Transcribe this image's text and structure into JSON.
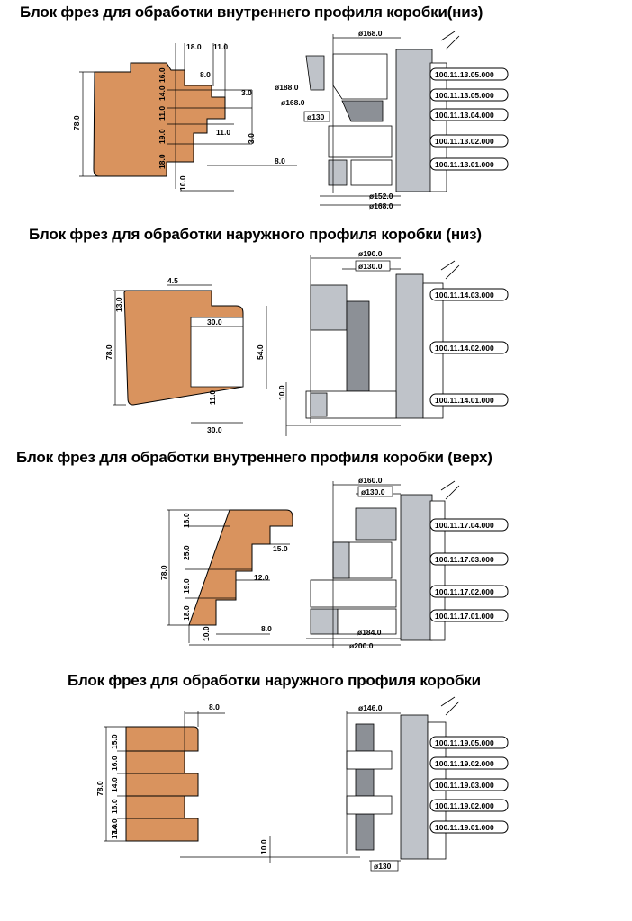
{
  "sections": [
    {
      "title": "Блок фрез для обработки внутреннего профиля коробки(низ)",
      "profile_dims": [
        "18.0",
        "11.0",
        "8.0",
        "3.0",
        "16.0",
        "14.0",
        "11.0",
        "19.0",
        "18.0",
        "11.0",
        "3.0",
        "8.0",
        "78.0",
        "10.0"
      ],
      "diameters": [
        "ø168.0",
        "ø188.0",
        "ø168.0",
        "ø130",
        "ø152.0",
        "ø168.0"
      ],
      "codes": [
        "100.11.13.05.000",
        "100.11.13.05.000",
        "100.11.13.04.000",
        "100.11.13.02.000",
        "100.11.13.01.000"
      ]
    },
    {
      "title": "Блок фрез для обработки наружного профиля коробки (низ)",
      "profile_dims": [
        "4.5",
        "13.0",
        "30.0",
        "78.0",
        "54.0",
        "11.0",
        "10.0",
        "30.0"
      ],
      "diameters": [
        "ø190.0",
        "ø130.0"
      ],
      "codes": [
        "100.11.14.03.000",
        "100.11.14.02.000",
        "100.11.14.01.000"
      ]
    },
    {
      "title": "Блок фрез для обработки внутреннего профиля коробки (верх)",
      "profile_dims": [
        "16.0",
        "15.0",
        "25.0",
        "78.0",
        "12.0",
        "19.0",
        "18.0",
        "8.0",
        "10.0"
      ],
      "diameters": [
        "ø160.0",
        "ø130.0",
        "ø184.0",
        "ø200.0"
      ],
      "codes": [
        "100.11.17.04.000",
        "100.11.17.03.000",
        "100.11.17.02.000",
        "100.11.17.01.000"
      ]
    },
    {
      "title": "Блок фрез для обработки наружного профиля коробки",
      "profile_dims": [
        "8.0",
        "15.0",
        "16.0",
        "14.0",
        "78.0",
        "16.0",
        "14.0",
        "17.0",
        "10.0"
      ],
      "diameters": [
        "ø146.0",
        "ø130"
      ],
      "codes": [
        "100.11.19.05.000",
        "100.11.19.02.000",
        "100.11.19.03.000",
        "100.11.19.02.000",
        "100.11.19.01.000"
      ]
    }
  ],
  "colors": {
    "wood": "#d9935e",
    "cutter": "#bfc3c9",
    "cutter_dark": "#8c9096",
    "line": "#000000"
  }
}
